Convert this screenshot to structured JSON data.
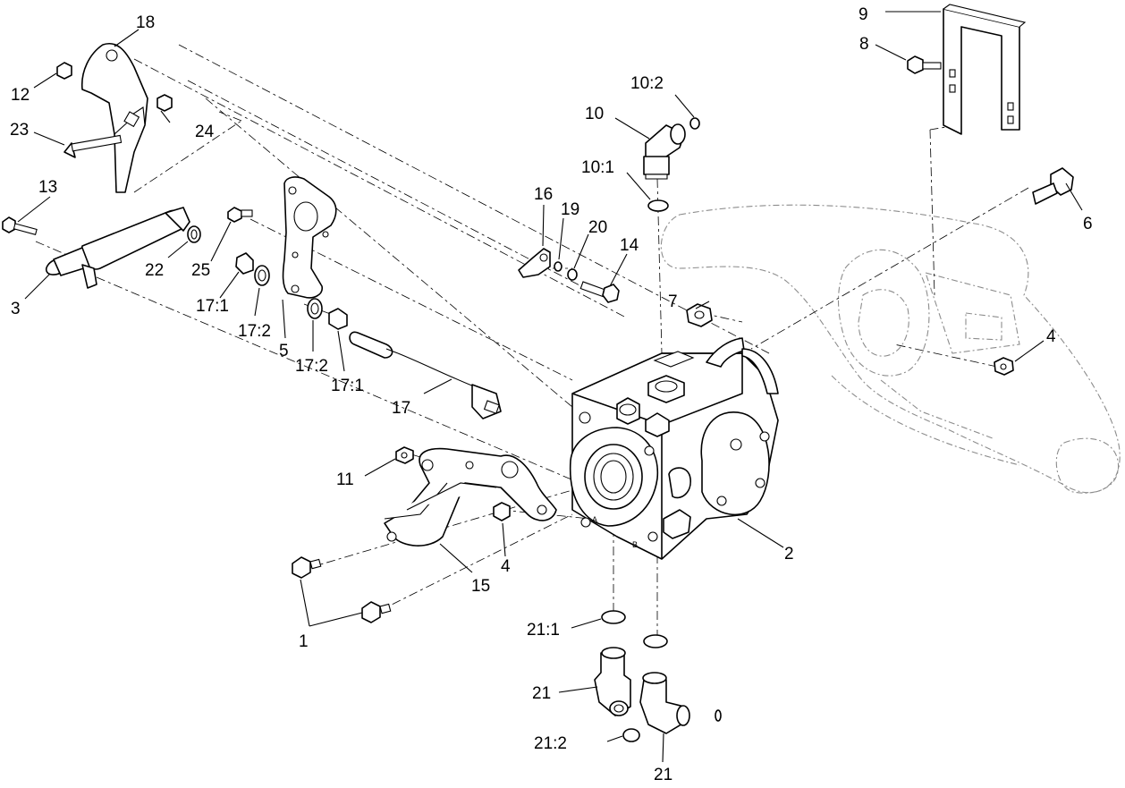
{
  "diagram": {
    "labels": {
      "l1": "1",
      "l2": "2",
      "l3": "3",
      "l4a": "4",
      "l4b": "4",
      "l5": "5",
      "l6": "6",
      "l7": "7",
      "l8": "8",
      "l9": "9",
      "l10": "10",
      "l10_1": "10:1",
      "l10_2": "10:2",
      "l11": "11",
      "l12": "12",
      "l13": "13",
      "l14": "14",
      "l15": "15",
      "l16": "16",
      "l17": "17",
      "l17_1a": "17:1",
      "l17_1b": "17:1",
      "l17_2a": "17:2",
      "l17_2b": "17:2",
      "l18": "18",
      "l19": "19",
      "l20": "20",
      "l21a": "21",
      "l21b": "21",
      "l21_1": "21:1",
      "l21_2": "21:2",
      "l22": "22",
      "l23": "23",
      "l24": "24",
      "l25": "25"
    },
    "port_marks": {
      "a": "A",
      "b": "B"
    }
  }
}
